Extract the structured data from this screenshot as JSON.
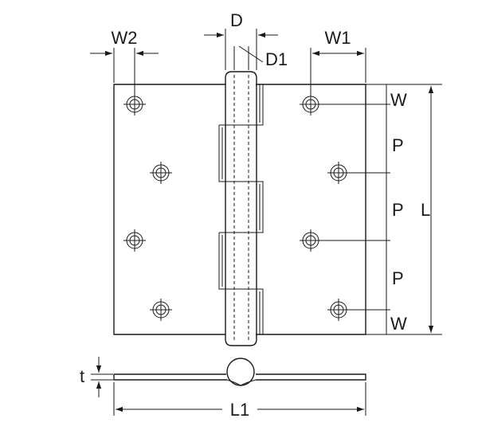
{
  "labels": {
    "d": "D",
    "d1": "D1",
    "w1": "W1",
    "w2": "W2",
    "w_top": "W",
    "w_bottom": "W",
    "p_1": "P",
    "p_2": "P",
    "p_3": "P",
    "l": "L",
    "l1": "L1",
    "t": "t"
  },
  "colors": {
    "line": "#1a1a1a",
    "background": "#ffffff"
  }
}
